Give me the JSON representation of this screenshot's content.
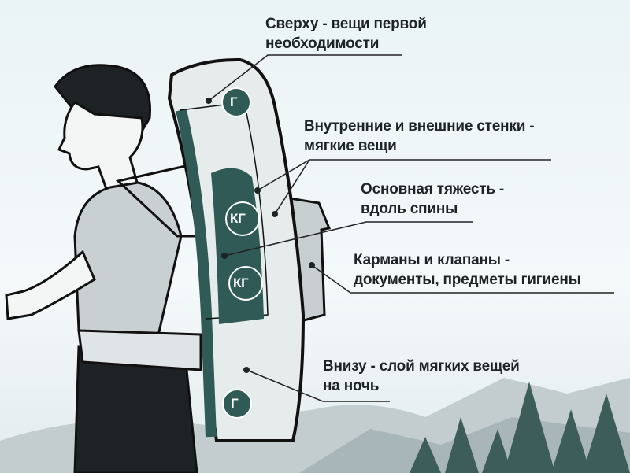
{
  "colors": {
    "teal": "#2f5a56",
    "outline": "#111111",
    "light": "#e4eaec",
    "shirt": "#c9d0d2",
    "trees": "#3c5d5a"
  },
  "labels": {
    "top": [
      "Сверху - вещи первой",
      "необходимости"
    ],
    "walls": [
      "Внутренние и внешние стенки -",
      "мягкие вещи"
    ],
    "weight": [
      "Основная тяжесть -",
      "вдоль спины"
    ],
    "pockets": [
      "Карманы и клапаны -",
      "документы, предметы гигиены"
    ],
    "bottom": [
      "Внизу - слой мягких вещей",
      "на ночь"
    ]
  },
  "badges": {
    "light": "Г",
    "heavy": "КГ"
  }
}
